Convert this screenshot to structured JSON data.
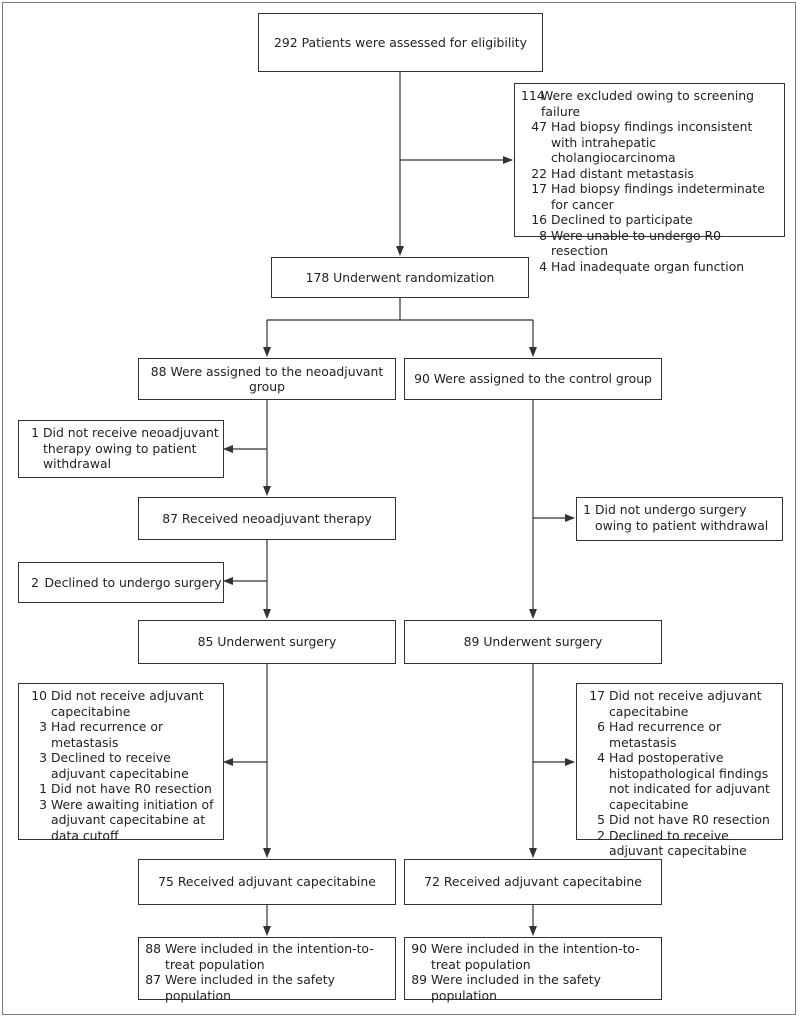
{
  "flow": {
    "assessed": "292 Patients were assessed for eligibility",
    "excluded": {
      "title": {
        "num": "114",
        "text": "Were excluded owing to screening failure"
      },
      "items": [
        {
          "num": "47",
          "text": "Had biopsy findings inconsistent with intrahepatic cholangiocarcinoma"
        },
        {
          "num": "22",
          "text": "Had distant metastasis"
        },
        {
          "num": "17",
          "text": "Had biopsy findings indeterminate for cancer"
        },
        {
          "num": "16",
          "text": "Declined to participate"
        },
        {
          "num": "8",
          "text": "Were unable to undergo R0 resection"
        },
        {
          "num": "4",
          "text": "Had inadequate organ function"
        }
      ]
    },
    "randomized": "178 Underwent randomization",
    "neoadjuvant": {
      "assigned": "88 Were assigned to the neoadjuvant group",
      "no_neoadjuvant": {
        "num": "1",
        "text": "Did not receive neoadjuvant therapy owing to patient withdrawal"
      },
      "received_neoadjuvant": "87 Received neoadjuvant therapy",
      "declined_surgery": {
        "num": "2",
        "text": "Declined to undergo surgery"
      },
      "surgery": "85 Underwent surgery",
      "no_adjuvant": {
        "title": {
          "num": "10",
          "text": "Did not receive adjuvant capecitabine"
        },
        "items": [
          {
            "num": "3",
            "text": "Had recurrence or metastasis"
          },
          {
            "num": "3",
            "text": "Declined to receive adjuvant capecitabine"
          },
          {
            "num": "1",
            "text": "Did not have R0 resection"
          },
          {
            "num": "3",
            "text": "Were awaiting initiation of adjuvant capecitabine at data cutoff"
          }
        ]
      },
      "received_adjuvant": "75 Received adjuvant capecitabine",
      "populations": [
        {
          "num": "88",
          "text": "Were included in the intention-to-treat population"
        },
        {
          "num": "87",
          "text": "Were included in the safety population"
        }
      ]
    },
    "control": {
      "assigned": "90 Were assigned to the control group",
      "no_surgery": {
        "num": "1",
        "text": "Did not undergo surgery owing to patient withdrawal"
      },
      "surgery": "89 Underwent surgery",
      "no_adjuvant": {
        "title": {
          "num": "17",
          "text": "Did not receive adjuvant capecitabine"
        },
        "items": [
          {
            "num": "6",
            "text": "Had recurrence or metastasis"
          },
          {
            "num": "4",
            "text": "Had postoperative histopathological findings not indicated for adjuvant capecitabine"
          },
          {
            "num": "5",
            "text": "Did not have R0 resection"
          },
          {
            "num": "2",
            "text": "Declined to receive adjuvant capecitabine"
          }
        ]
      },
      "received_adjuvant": "72 Received adjuvant capecitabine",
      "populations": [
        {
          "num": "90",
          "text": "Were included in the intention-to-treat population"
        },
        {
          "num": "89",
          "text": "Were included in the safety population"
        }
      ]
    }
  }
}
